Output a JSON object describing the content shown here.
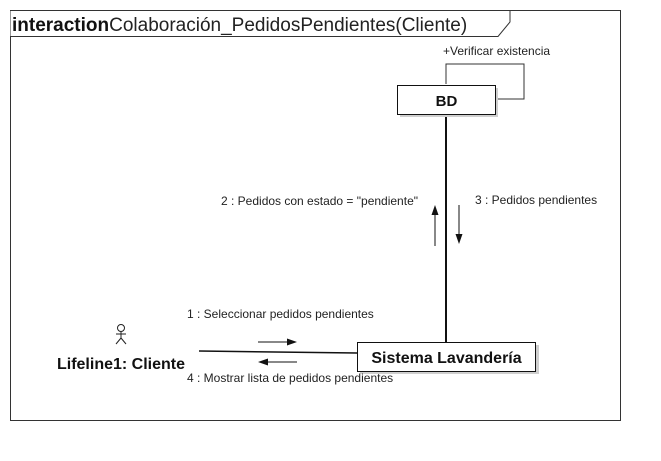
{
  "frame": {
    "keyword": "interaction",
    "name": "Colaboración_PedidosPendientes(Cliente)"
  },
  "objects": {
    "bd": "BD",
    "sistema": "Sistema Lavandería",
    "actor": "Lifeline1: Cliente"
  },
  "self_message": "+Verificar existencia",
  "messages": [
    {
      "label": "1 : Seleccionar pedidos pendientes",
      "direction": "to-sistema"
    },
    {
      "label": "2 : Pedidos con estado = \"pendiente\"",
      "direction": "to-bd"
    },
    {
      "label": "3 : Pedidos pendientes",
      "direction": "to-sistema"
    },
    {
      "label": "4 : Mostrar lista de pedidos pendientes",
      "direction": "to-actor"
    }
  ]
}
